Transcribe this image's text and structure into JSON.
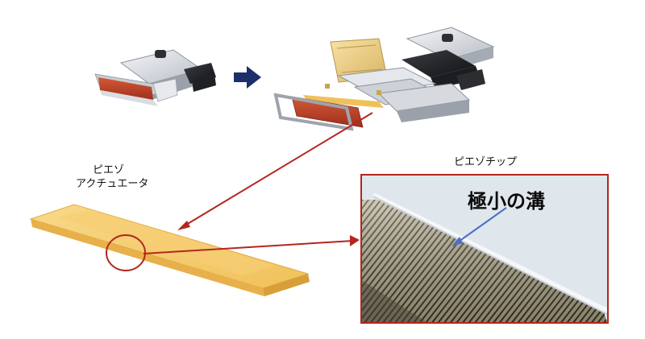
{
  "labels": {
    "actuator_line1": "ピエゾ",
    "actuator_line2": "アクチュエータ",
    "chip": "ピエゾチップ",
    "groove": "極小の溝"
  },
  "colors": {
    "accent_red": "#b3261e",
    "arrow_navy": "#1c2f6b",
    "actuator_yellow": "#f2c46a",
    "pointer_blue": "#4b6fc6"
  },
  "icons": {
    "flow_arrow": "right-arrow-icon"
  }
}
